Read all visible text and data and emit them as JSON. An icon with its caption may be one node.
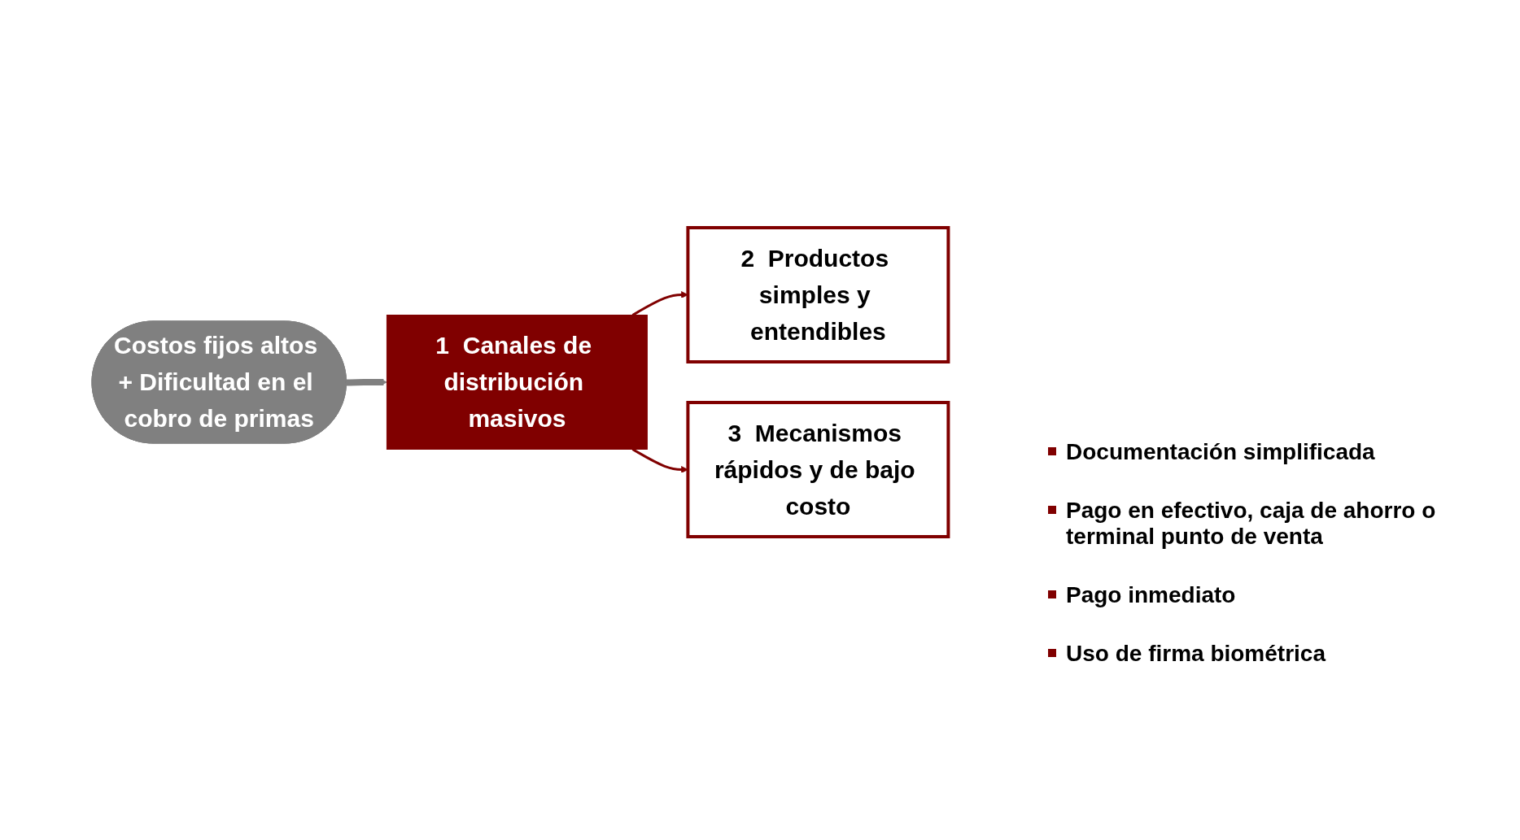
{
  "diagram": {
    "nodes": [
      {
        "text": [
          "Costos fijos altos + Dificultad en el cobro de primas"
        ]
      },
      {
        "text": [
          "1  Canales de distribución masivos"
        ]
      },
      {
        "text": [
          "2  Productos simples y entendibles"
        ]
      },
      {
        "text": [
          "3  Mecanismos rápidos y de bajo costo"
        ]
      }
    ],
    "edges": [
      {
        "from": 0,
        "to": 1,
        "arrow": "to",
        "style": "thick",
        "color": "#808080"
      },
      {
        "from": 1,
        "to": 2,
        "arrow": "to"
      },
      {
        "from": 1,
        "to": 3,
        "arrow": "to"
      }
    ],
    "labels": [
      "Documentación simplificada",
      "Pago en efectivo, caja de ahorro o terminal punto de venta",
      "Pago inmediato",
      "Uso de firma biométrica"
    ]
  }
}
